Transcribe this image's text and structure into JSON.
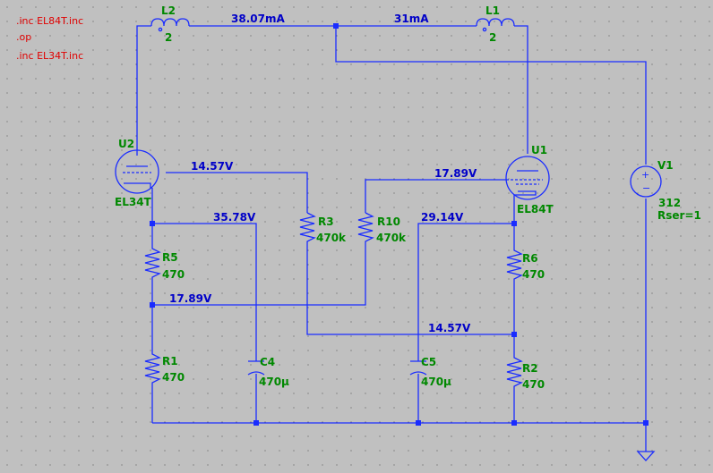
{
  "directives": [
    ".inc EL84T.inc",
    ".op",
    ".inc EL34T.inc"
  ],
  "components": {
    "L2": {
      "ref": "L2",
      "value": "2"
    },
    "L1": {
      "ref": "L1",
      "value": "2"
    },
    "U2": {
      "ref": "U2",
      "model": "EL34T"
    },
    "U1": {
      "ref": "U1",
      "model": "EL84T"
    },
    "V1": {
      "ref": "V1",
      "value": "312",
      "rser": "Rser=1"
    },
    "R3": {
      "ref": "R3",
      "value": "470k"
    },
    "R10": {
      "ref": "R10",
      "value": "470k"
    },
    "R5": {
      "ref": "R5",
      "value": "470"
    },
    "R6": {
      "ref": "R6",
      "value": "470"
    },
    "R1": {
      "ref": "R1",
      "value": "470"
    },
    "R2": {
      "ref": "R2",
      "value": "470"
    },
    "C4": {
      "ref": "C4",
      "value": "470µ"
    },
    "C5": {
      "ref": "C5",
      "value": "470µ"
    }
  },
  "annotations": {
    "i_l2": "38.07mA",
    "i_l1": "31mA",
    "v_grid_u2": "14.57V",
    "v_grid_u1": "17.89V",
    "v_cath_u2": "35.78V",
    "v_cath_u1": "29.14V",
    "v_mid_left": "17.89V",
    "v_mid_right": "14.57V"
  },
  "colors": {
    "background": "#c0c0c0",
    "wire": "#1a2cff",
    "refdes": "#008800",
    "label": "#0000c8",
    "directive": "#e00000"
  }
}
